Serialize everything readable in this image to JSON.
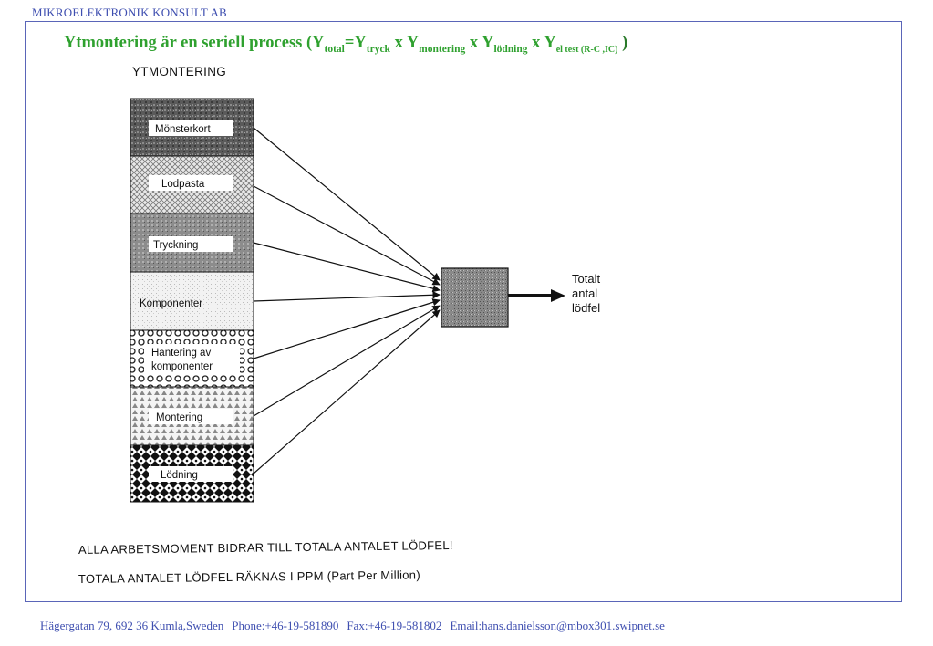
{
  "header": {
    "company": "MIKROELEKTRONIK KONSULT AB"
  },
  "title": {
    "text": "Ytmontering är en seriell process (Y",
    "sub_total": "total",
    "eq": "=Y",
    "sub_tryck": "tryck",
    "x1": " x Y",
    "sub_montering": "montering",
    "x2": " x Y",
    "sub_lodning": "lödning",
    "x3": " x Y",
    "sub_eltest": "el test (R-C ,IC)",
    "close": " )"
  },
  "section_label": "YTMONTERING",
  "blocks": [
    {
      "label": "Mönsterkort"
    },
    {
      "label": "Lodpasta"
    },
    {
      "label": "Tryckning"
    },
    {
      "label": "Komponenter"
    },
    {
      "label_line1": "Hantering av",
      "label_line2": "komponenter"
    },
    {
      "label": "Montering"
    },
    {
      "label": "Lödning"
    }
  ],
  "result": {
    "line1": "Totalt",
    "line2": "antal",
    "line3": "lödfel"
  },
  "statements": [
    "ALLA  ARBETSMOMENT BIDRAR TILL TOTALA  ANTALET LÖDFEL!",
    "TOTALA  ANTALET LÖDFEL RÄKNAS I PPM (Part Per Million)"
  ],
  "footer": {
    "address": "Hägergatan 79, 692 36 Kumla,Sweden",
    "phone": "Phone:+46-19-581890",
    "fax": "Fax:+46-19-581802",
    "email": "Email:hans.danielsson@mbox301.swipnet.se"
  },
  "colors": {
    "header_blue": "#3f4fb0",
    "title_green": "#2fa12f",
    "frame_blue": "#5a65b8"
  }
}
